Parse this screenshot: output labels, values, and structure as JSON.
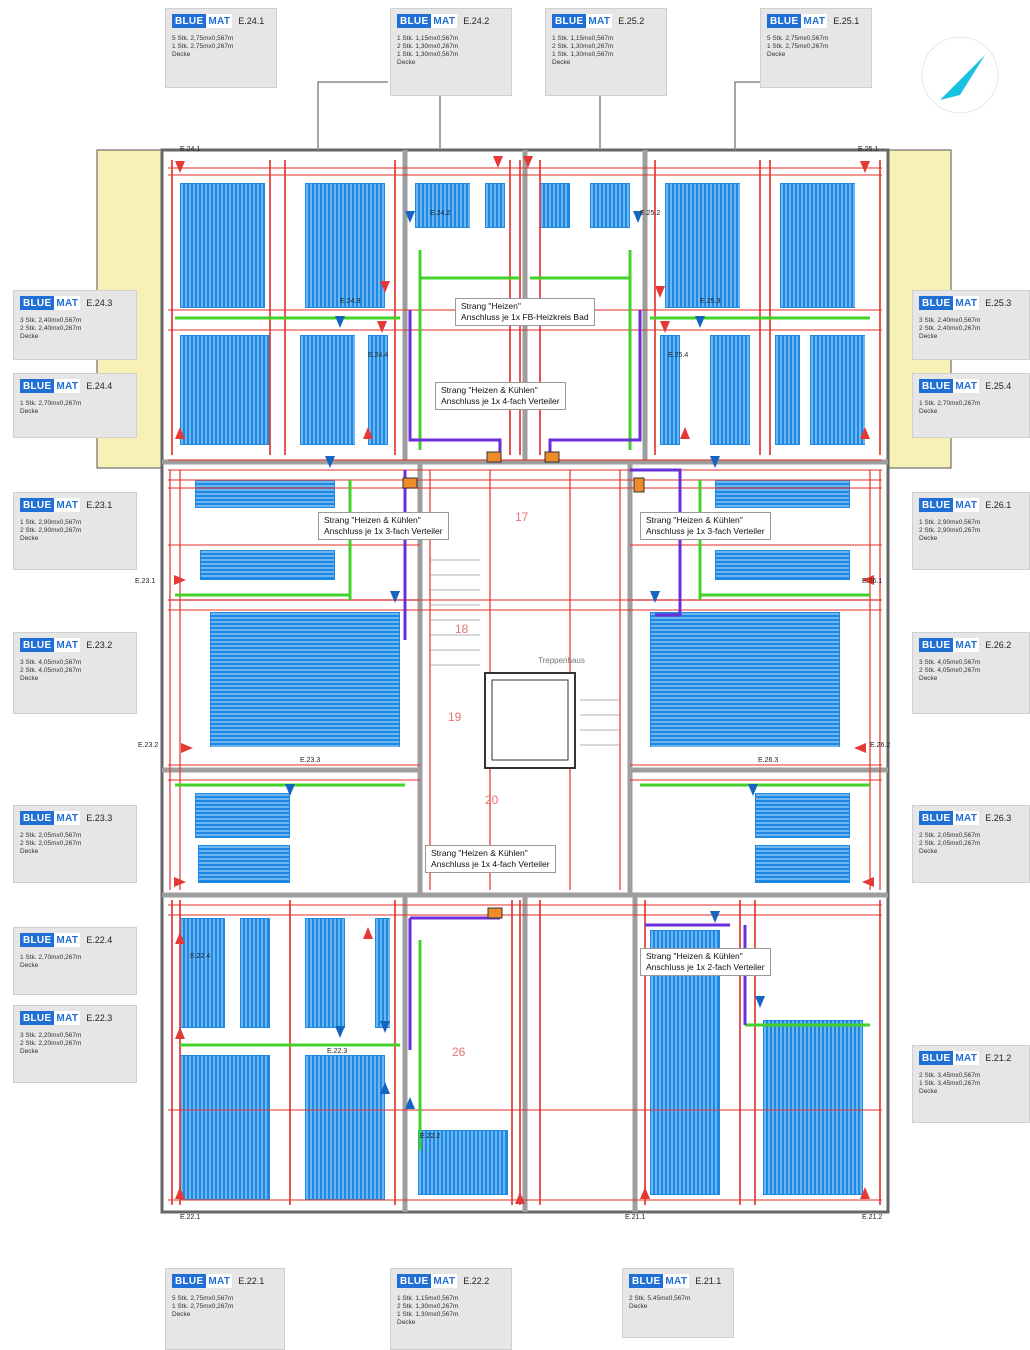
{
  "brand": {
    "logo_left": "BLUE",
    "logo_right": "MAT",
    "logo_color": "#1f6fd6"
  },
  "colors": {
    "heating_pipe": "#e53935",
    "panel": "#1e88e5",
    "green_line": "#43d12a",
    "purple_line": "#6a2fd8",
    "wall": "#9e9e9e",
    "side_fill": "#f7f1b5"
  },
  "cards": [
    {
      "id": "E.24.1",
      "lines": [
        "5 Stk. 2,75mx0,567m",
        "1 Stk. 2,75mx0,267m",
        "Decke"
      ]
    },
    {
      "id": "E.24.2",
      "lines": [
        "1 Stk. 1,15mx0,567m",
        "2 Stk. 1,30mx0,267m",
        "1 Stk. 1,30mx0,567m",
        "Decke"
      ]
    },
    {
      "id": "E.25.2",
      "lines": [
        "1 Stk. 1,15mx0,567m",
        "2 Stk. 1,30mx0,267m",
        "1 Stk. 1,30mx0,567m",
        "Decke"
      ]
    },
    {
      "id": "E.25.1",
      "lines": [
        "5 Stk. 2,75mx0,567m",
        "1 Stk. 2,75mx0,267m",
        "Decke"
      ]
    },
    {
      "id": "E.24.3",
      "lines": [
        "3 Stk. 2,40mx0,567m",
        "2 Stk. 2,40mx0,267m",
        "Decke"
      ]
    },
    {
      "id": "E.24.4",
      "lines": [
        "1 Stk. 2,70mx0,267m",
        "Decke"
      ]
    },
    {
      "id": "E.25.3",
      "lines": [
        "3 Stk. 2,40mx0,567m",
        "2 Stk. 2,40mx0,267m",
        "Decke"
      ]
    },
    {
      "id": "E.25.4",
      "lines": [
        "1 Stk. 2,70mx0,267m",
        "Decke"
      ]
    },
    {
      "id": "E.23.1",
      "lines": [
        "1 Stk. 2,90mx0,567m",
        "2 Stk. 2,90mx0,267m",
        "Decke"
      ]
    },
    {
      "id": "E.26.1",
      "lines": [
        "1 Stk. 2,90mx0,567m",
        "2 Stk. 2,90mx0,267m",
        "Decke"
      ]
    },
    {
      "id": "E.23.2",
      "lines": [
        "3 Stk. 4,05mx0,567m",
        "2 Stk. 4,05mx0,267m",
        "Decke"
      ]
    },
    {
      "id": "E.26.2",
      "lines": [
        "3 Stk. 4,05mx0,567m",
        "2 Stk. 4,05mx0,267m",
        "Decke"
      ]
    },
    {
      "id": "E.23.3",
      "lines": [
        "2 Stk. 2,05mx0,567m",
        "2 Stk. 2,05mx0,267m",
        "Decke"
      ]
    },
    {
      "id": "E.26.3",
      "lines": [
        "2 Stk. 2,05mx0,567m",
        "2 Stk. 2,05mx0,267m",
        "Decke"
      ]
    },
    {
      "id": "E.22.4",
      "lines": [
        "1 Stk. 2,70mx0,267m",
        "Decke"
      ]
    },
    {
      "id": "E.22.3",
      "lines": [
        "3 Stk. 2,20mx0,567m",
        "2 Stk. 2,20mx0,267m",
        "Decke"
      ]
    },
    {
      "id": "E.21.2",
      "lines": [
        "2 Stk. 3,45mx0,567m",
        "1 Stk. 3,45mx0,267m",
        "Decke"
      ]
    },
    {
      "id": "E.22.1",
      "lines": [
        "5 Stk. 2,75mx0,567m",
        "1 Stk. 2,75mx0,267m",
        "Decke"
      ]
    },
    {
      "id": "E.22.2",
      "lines": [
        "1 Stk. 1,15mx0,567m",
        "2 Stk. 1,30mx0,267m",
        "1 Stk. 1,30mx0,567m",
        "Decke"
      ]
    },
    {
      "id": "E.21.1",
      "lines": [
        "2 Stk. 5,45mx0,567m",
        "Decke"
      ]
    }
  ],
  "notes": [
    {
      "line1": "Strang \"Heizen\"",
      "line2": "Anschluss je 1x FB-Heizkreis Bad"
    },
    {
      "line1": "Strang \"Heizen & Kühlen\"",
      "line2": "Anschluss je 1x 4-fach Verteiler"
    },
    {
      "line1": "Strang \"Heizen & Kühlen\"",
      "line2": "Anschluss je 1x 3-fach Verteiler"
    },
    {
      "line1": "Strang \"Heizen & Kühlen\"",
      "line2": "Anschluss je 1x 3-fach Verteiler"
    },
    {
      "line1": "Strang \"Heizen & Kühlen\"",
      "line2": "Anschluss je 1x 4-fach Verteiler"
    },
    {
      "line1": "Strang \"Heizen & Kühlen\"",
      "line2": "Anschluss je 1x 2-fach Verteiler"
    }
  ],
  "marker_labels": [
    "E.24.1",
    "E.24.2",
    "E.25.2",
    "E.25.1",
    "E.24.3",
    "E.24.4",
    "E.25.3",
    "E.25.4",
    "E.23.1",
    "E.26.1",
    "E.23.2",
    "E.26.2",
    "E.23.3",
    "E.26.3",
    "E.22.4",
    "E.22.3",
    "E.22.2",
    "E.22.1",
    "E.21.1",
    "E.21.2"
  ],
  "stair_label": "Treppenhaus",
  "room_numbers": [
    "17",
    "18",
    "19",
    "20",
    "26"
  ]
}
